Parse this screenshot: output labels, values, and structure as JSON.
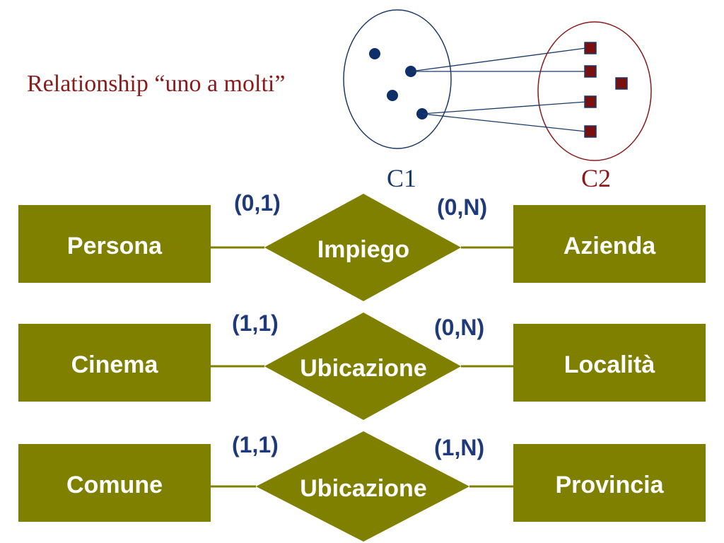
{
  "title": "Relationship “uno a molti”",
  "sets": {
    "c1": {
      "label": "C1"
    },
    "c2": {
      "label": "C2"
    }
  },
  "colors": {
    "entity_fill": "#808000",
    "text_title": "#8b1a1a",
    "c1": "#1a3a6b",
    "c2": "#8b1a1a",
    "square_fill": "#7a0f0f",
    "cardinality": "#1f3a7a",
    "connector": "#808000"
  },
  "rows": [
    {
      "left_entity": "Persona",
      "relationship": "Impiego",
      "right_entity": "Azienda",
      "left_cardinality": "(0,1)",
      "right_cardinality": "(0,N)"
    },
    {
      "left_entity": "Cinema",
      "relationship": "Ubicazione",
      "right_entity": "Località",
      "left_cardinality": "(1,1)",
      "right_cardinality": "(0,N)"
    },
    {
      "left_entity": "Comune",
      "relationship": "Ubicazione",
      "right_entity": "Provincia",
      "left_cardinality": "(1,1)",
      "right_cardinality": "(1,N)"
    }
  ]
}
